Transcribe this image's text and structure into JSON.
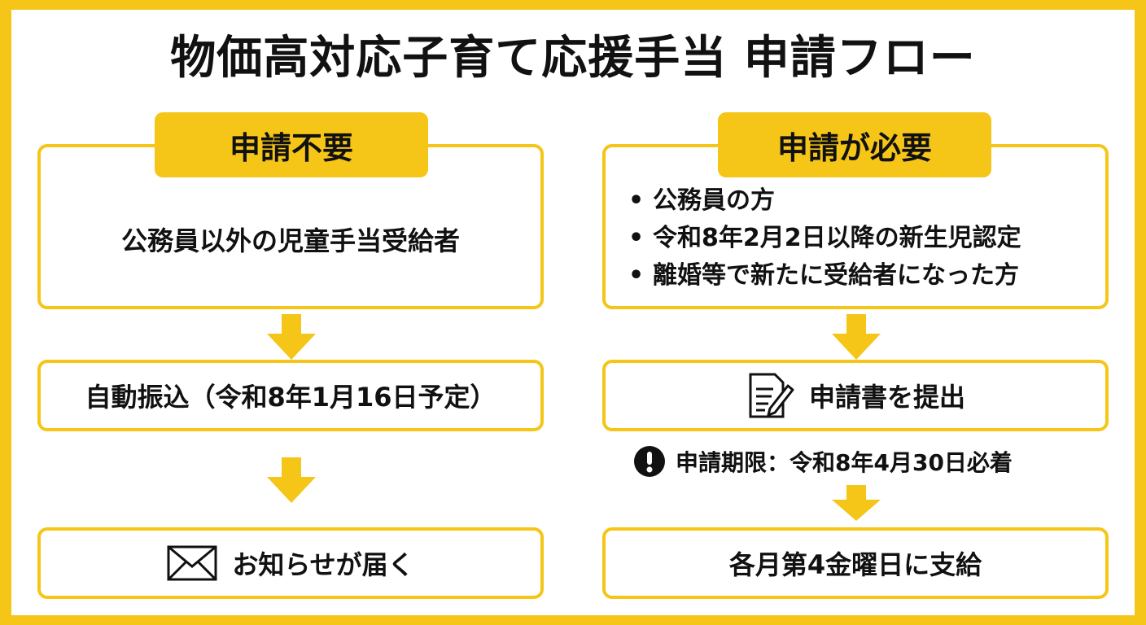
{
  "title": "物価高対応子育て応援手当 申請フロー",
  "left": {
    "tag": "申請不要",
    "eligible": "公務員以外の児童手当受給者",
    "step1": "自動振込（令和8年1月16日予定）",
    "step2": "お知らせが届く",
    "step2_icon": "envelope-icon"
  },
  "right": {
    "tag": "申請が必要",
    "bullets": [
      "公務員の方",
      "令和8年2月2日以降の新生児認定",
      "離婚等で新たに受給者になった方"
    ],
    "bullet_mark": "•",
    "step1": "申請書を提出",
    "step1_icon": "document-pen-icon",
    "deadline": "申請期限：令和8年4月30日必着",
    "deadline_icon": "exclamation-icon",
    "step2": "各月第4金曜日に支給"
  },
  "colors": {
    "accent": "#f5c518",
    "text": "#111111",
    "background": "#ffffff"
  }
}
